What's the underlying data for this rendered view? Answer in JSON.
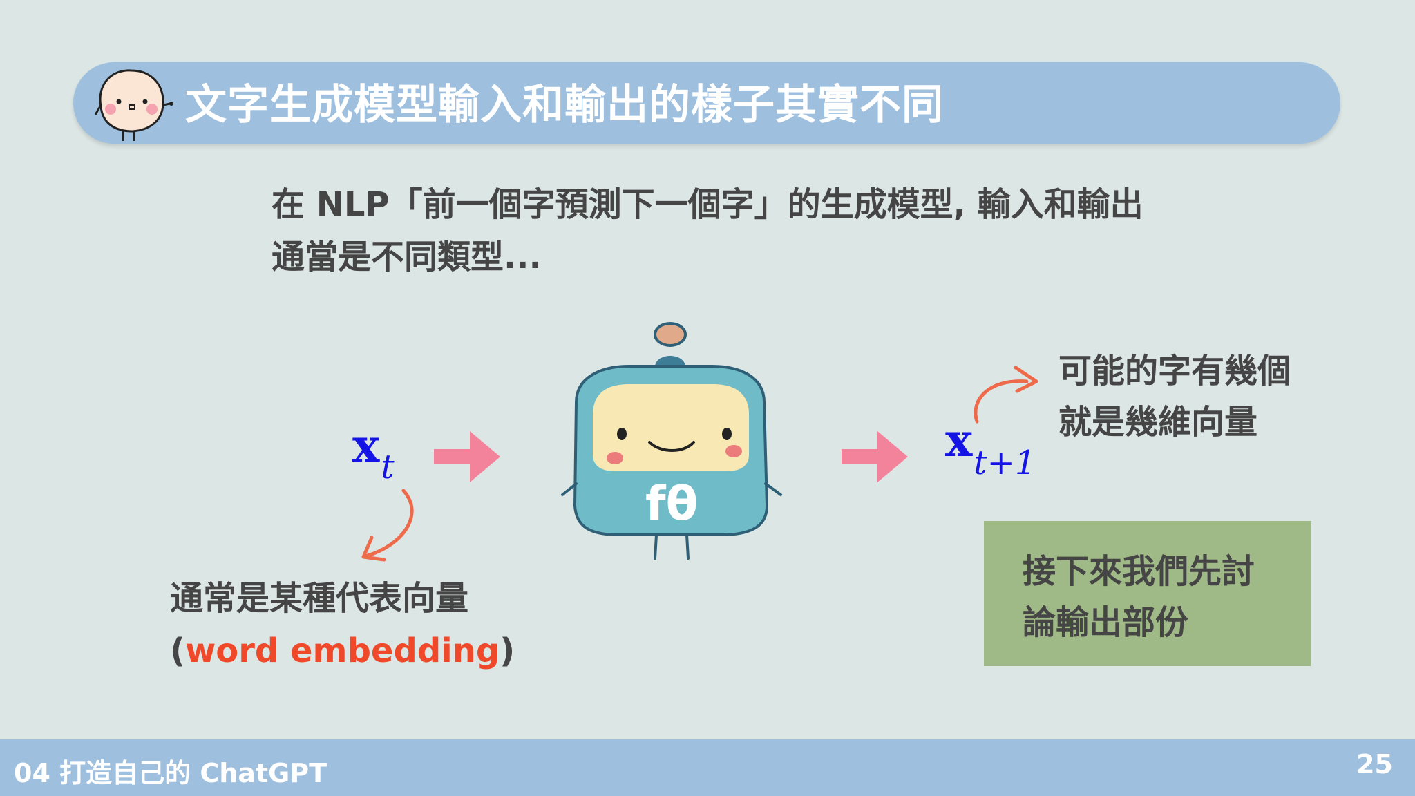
{
  "slide": {
    "title": "文字生成模型輸入和輸出的樣子其實不同",
    "intro_line1": "在 NLP「前一個字預測下一個字」的生成模型, 輸入和輸出",
    "intro_line2": "通當是不同類型..."
  },
  "diagram": {
    "input_symbol": "x",
    "input_subscript": "t",
    "output_symbol": "x",
    "output_subscript": "t+1",
    "model_label": "fθ",
    "input_note_line1": "通常是某種代表向量",
    "input_note_open": "(",
    "input_note_highlight": "word embedding",
    "input_note_close": ")",
    "output_note_line1": "可能的字有幾個",
    "output_note_line2": "就是幾維向量",
    "box_line1": "接下來我們先討",
    "box_line2": "論輸出部份"
  },
  "footer": {
    "course": "04 打造自己的 ChatGPT",
    "page_number": "25"
  },
  "colors": {
    "background": "#dce6e4",
    "title_bar": "#9ec0de",
    "arrow": "#f3839b",
    "math": "#1414e6",
    "highlight": "#f0492a",
    "green_box": "#9fba86",
    "robot_body": "#6fbcc8"
  }
}
